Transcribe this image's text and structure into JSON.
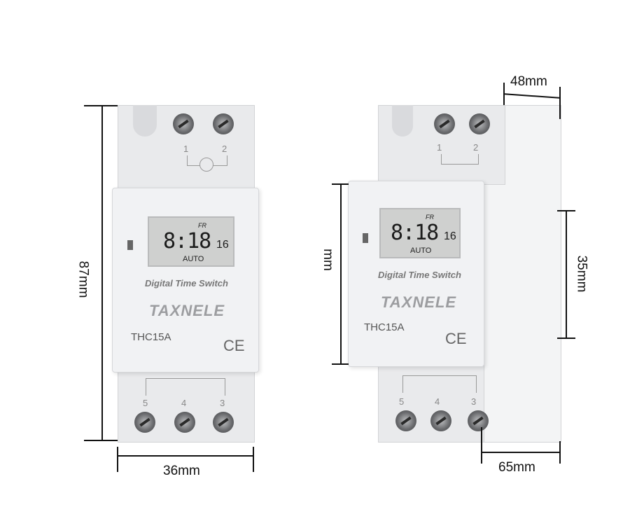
{
  "device": {
    "display_time": "8:18",
    "display_seconds": "16",
    "display_day": "FR",
    "display_mode": "AUTO",
    "product_name": "Digital Time Switch",
    "brand": "TAXNELE",
    "model": "THC15A",
    "certification": "CE",
    "top_terminals": [
      "1",
      "2"
    ],
    "bottom_terminals": [
      "5",
      "4",
      "3"
    ]
  },
  "dimensions": {
    "height": "87mm",
    "width": "36mm",
    "depth": "48mm",
    "front_height": "mm",
    "rail_height": "35mm",
    "depth_total": "65mm"
  }
}
